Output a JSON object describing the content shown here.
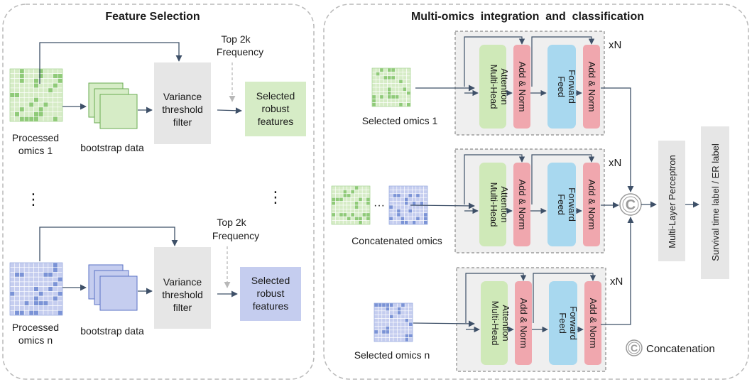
{
  "feature_selection": {
    "title": "Feature Selection",
    "top": {
      "input_label_1": "Processed",
      "input_label_2": "omics 1",
      "bootstrap_label": "bootstrap data",
      "filter_1": "Variance",
      "filter_2": "threshold",
      "filter_3": "filter",
      "topk_1": "Top 2k",
      "topk_2": "Frequency",
      "selected_1": "Selected",
      "selected_2": "robust",
      "selected_3": "features"
    },
    "ellipsis": "⋮",
    "bottom": {
      "input_label_1": "Processed",
      "input_label_2": "omics n",
      "bootstrap_label": "bootstrap data",
      "filter_1": "Variance",
      "filter_2": "threshold",
      "filter_3": "filter",
      "topk_1": "Top 2k",
      "topk_2": "Frequency",
      "selected_1": "Selected",
      "selected_2": "robust",
      "selected_3": "features"
    }
  },
  "integration": {
    "title": "Multi-omics  integration  and  classification",
    "blocks": {
      "repeat": "xN",
      "mha_1": "Multi-Head",
      "mha_2": "Attention",
      "addnorm": "Add & Norm",
      "ff_1": "Feed",
      "ff_2": "Forward"
    },
    "inputs": {
      "omics1": "Selected omics 1",
      "concat": "Concatenated omics",
      "concat_dots": "···",
      "omicsn": "Selected omics n"
    },
    "concat_symbol": "C",
    "mlp": "Multi-Layer Perceptron",
    "output": "Survival time label / ER label",
    "legend": "Concatenation"
  },
  "colors": {
    "green_fill": "#d6ecc6",
    "green_cell": "#8fca78",
    "blue_fill": "#c5cdef",
    "blue_cell": "#7b93d6",
    "filter_gray": "#e6e6e6",
    "mha_green": "#cfe9b8",
    "addnorm_pink": "#f0a7ae",
    "ff_blue": "#a8d8ef",
    "panel_gray": "#efefef",
    "arrow": "#3e5068"
  }
}
